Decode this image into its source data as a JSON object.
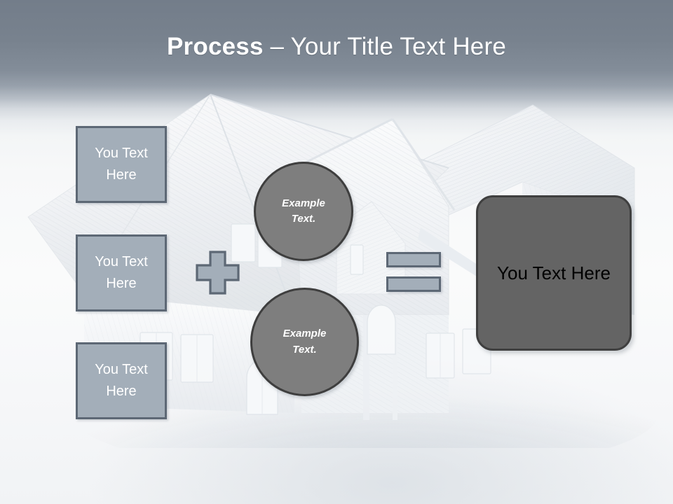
{
  "slide": {
    "title": {
      "strong": "Process",
      "rest": " – Your Title Text Here",
      "full": "Process – Your Title Text Here"
    },
    "background": {
      "image_description": "faded white house with gabled roof, dormers and siding",
      "header_color": "#737d8a",
      "body_color": "#f7f8f9"
    },
    "inputs": [
      {
        "label": "You Text Here"
      },
      {
        "label": "You Text Here"
      },
      {
        "label": "You Text Here"
      }
    ],
    "operators": {
      "plus": "+",
      "equals": "="
    },
    "circles": [
      {
        "line1": "Example",
        "line2": "Text."
      },
      {
        "line1": "Example",
        "line2": "Text."
      }
    ],
    "result": {
      "label": "You Text Here"
    },
    "colors": {
      "box_fill": "#a3aeb9",
      "box_border": "#5d6875",
      "circle_fill": "#7e7e7e",
      "circle_border": "#3e3e3e",
      "result_fill": "#646464",
      "result_border": "#3f3f3f",
      "title_text": "#ffffff",
      "box_text": "#ffffff",
      "result_text": "#000000"
    }
  }
}
